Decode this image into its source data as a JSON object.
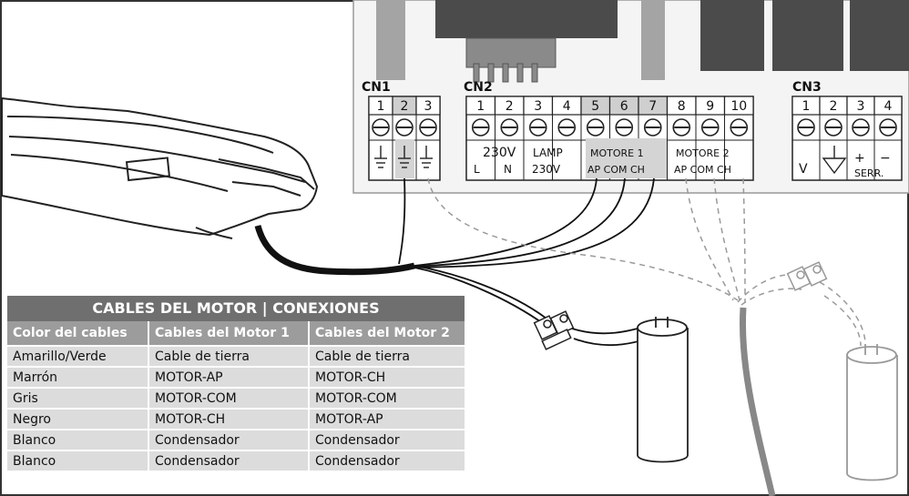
{
  "connectors": {
    "cn1": {
      "title": "CN1",
      "pins": [
        "1",
        "2",
        "3"
      ]
    },
    "cn2": {
      "title": "CN2",
      "pins": [
        "1",
        "2",
        "3",
        "4",
        "5",
        "6",
        "7",
        "8",
        "9",
        "10"
      ],
      "labels": {
        "power_v": "230V",
        "power_l": "L",
        "power_n": "N",
        "lamp": "LAMP",
        "lamp_v": "230V",
        "motore1": "MOTORE 1",
        "motore1_pins": "AP COM CH",
        "motore2": "MOTORE 2",
        "motore2_pins": "AP COM CH"
      }
    },
    "cn3": {
      "title": "CN3",
      "pins": [
        "1",
        "2",
        "3",
        "4"
      ],
      "labels": {
        "v": "V",
        "plus": "+",
        "minus": "−",
        "serr": "SERR."
      }
    }
  },
  "legend": {
    "title": "CABLES DEL MOTOR | CONEXIONES",
    "headers": [
      "Color del cables",
      "Cables del Motor 1",
      "Cables del Motor 2"
    ],
    "rows": [
      [
        "Amarillo/Verde",
        "Cable de tierra",
        "Cable de tierra"
      ],
      [
        "Marrón",
        "MOTOR-AP",
        "MOTOR-CH"
      ],
      [
        "Gris",
        "MOTOR-COM",
        "MOTOR-COM"
      ],
      [
        "Negro",
        "MOTOR-CH",
        "MOTOR-AP"
      ],
      [
        "Blanco",
        "Condensador",
        "Condensador"
      ],
      [
        "Blanco",
        "Condensador",
        "Condensador"
      ]
    ]
  }
}
